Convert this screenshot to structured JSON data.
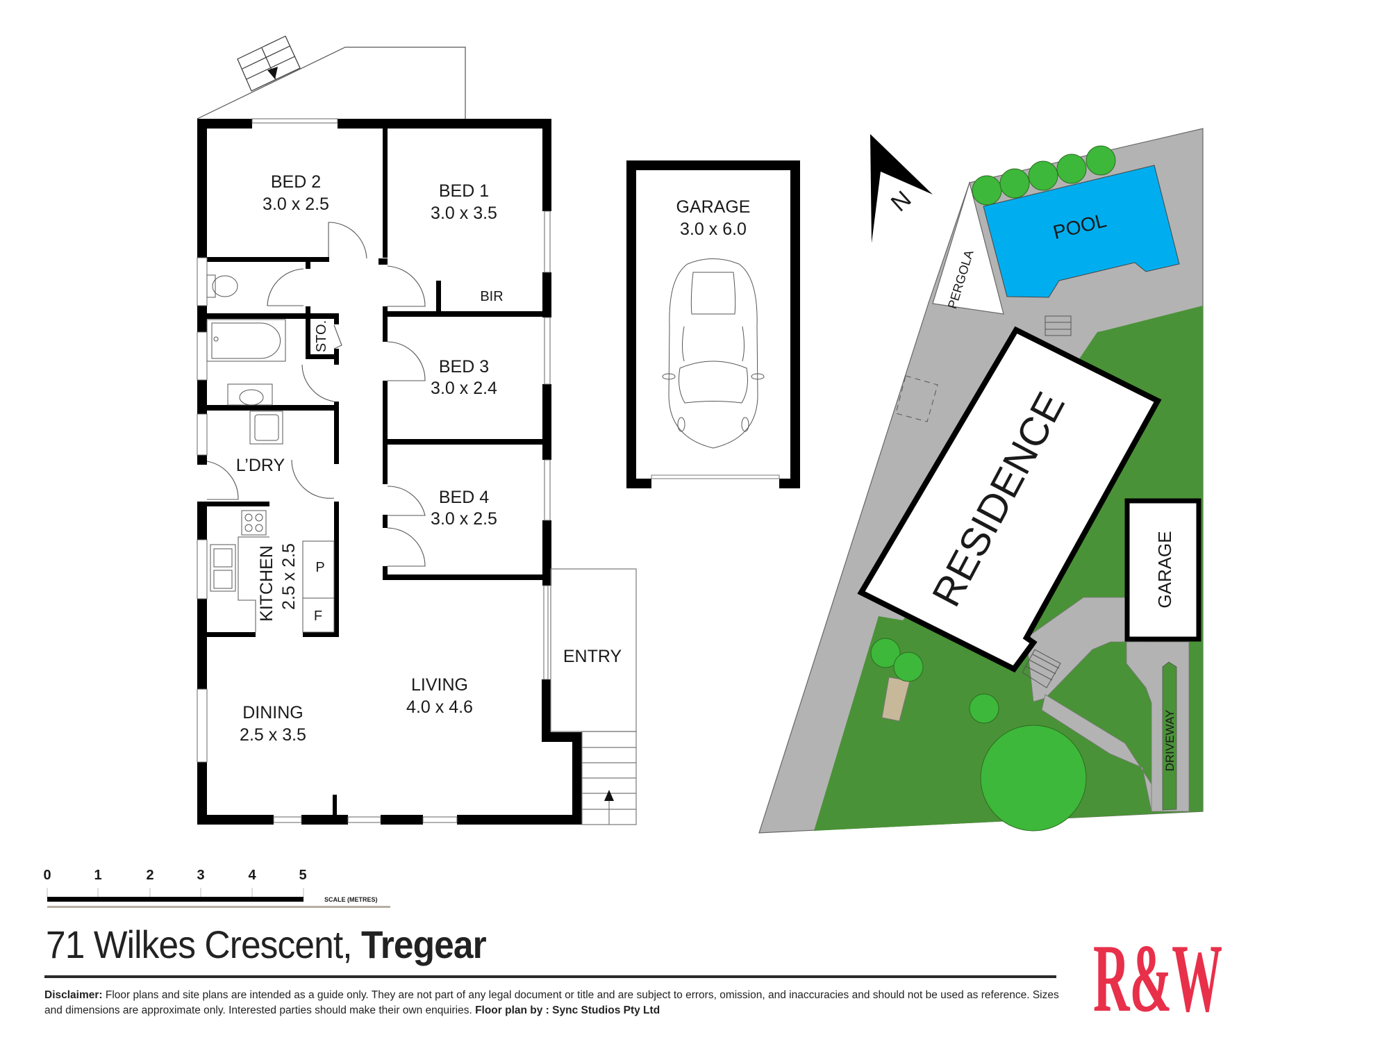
{
  "floor_plan": {
    "rooms": [
      {
        "id": "bed2",
        "name": "BED 2",
        "dims": "3.0 x 2.5"
      },
      {
        "id": "bed1",
        "name": "BED 1",
        "dims": "3.0 x 3.5"
      },
      {
        "id": "bed3",
        "name": "BED 3",
        "dims": "3.0 x 2.4"
      },
      {
        "id": "bed4",
        "name": "BED 4",
        "dims": "3.0 x 2.5"
      },
      {
        "id": "kitchen",
        "name": "KITCHEN",
        "dims": "2.5 x 2.5"
      },
      {
        "id": "dining",
        "name": "DINING",
        "dims": "2.5 x 3.5"
      },
      {
        "id": "living",
        "name": "LIVING",
        "dims": "4.0 x 4.6"
      },
      {
        "id": "garage",
        "name": "GARAGE",
        "dims": "3.0 x 6.0"
      }
    ],
    "labels": {
      "bir": "BIR",
      "sto": "STO.",
      "laundry": "L’DRY",
      "pantry": "P",
      "fridge": "F",
      "entry": "ENTRY"
    }
  },
  "site_plan": {
    "north": "N",
    "pool": "POOL",
    "pergola": "PERGOLA",
    "residence": "RESIDENCE",
    "garage": "GARAGE",
    "driveway": "DRIVEWAY",
    "colors": {
      "pool": "#00AEEF",
      "grass": "#4A9237",
      "tree": "#3DB83A",
      "paving": "#B3B3B3",
      "deck": "#C8B89A"
    }
  },
  "scale_bar": {
    "ticks": [
      "0",
      "1",
      "2",
      "3",
      "4",
      "5"
    ],
    "caption": "SCALE (METRES)"
  },
  "address": {
    "street": "71 Wilkes Crescent,",
    "suburb": "Tregear"
  },
  "disclaimer": {
    "label": "Disclaimer:",
    "text": " Floor plans and site plans are intended as a guide only. They are not part of any legal document or title and are subject to errors, omission, and inaccuracies and should not be used as reference. Sizes and dimensions are approximate only. Interested parties should make their own enquiries. ",
    "credit": "Floor plan by : Sync Studios Pty Ltd"
  },
  "brand": {
    "logo_text": "R&W",
    "color": "#E8304A"
  }
}
